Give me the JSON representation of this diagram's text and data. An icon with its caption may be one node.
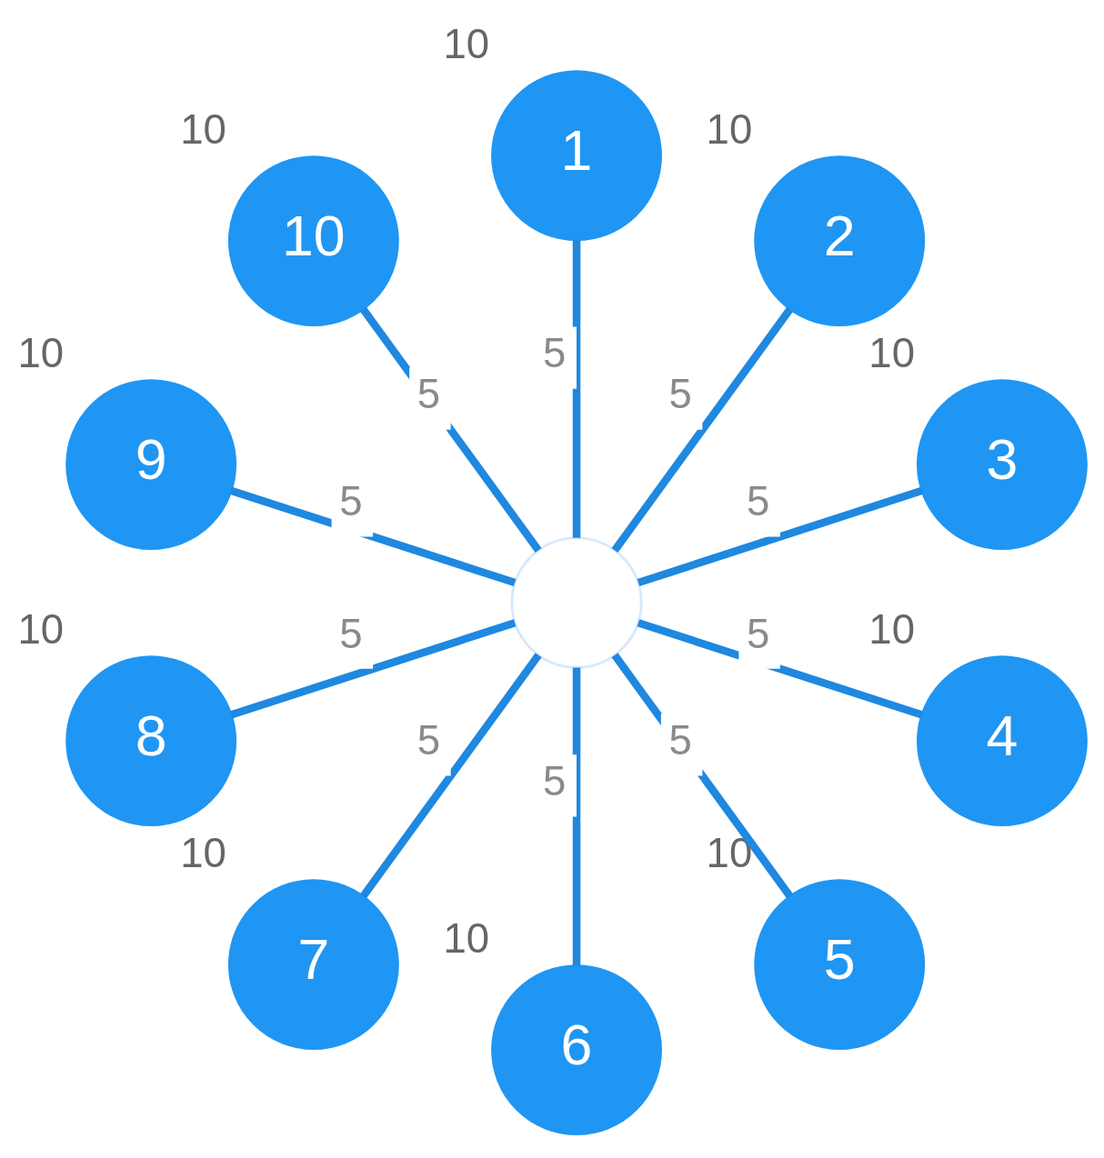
{
  "diagram": {
    "nodes": [
      {
        "text": [],
        "shape": "circle"
      },
      {
        "text": [
          "1"
        ],
        "beside": [
          "10"
        ]
      },
      {
        "text": [
          "2"
        ],
        "beside": [
          "10"
        ]
      },
      {
        "text": [
          "3"
        ],
        "beside": [
          "10"
        ]
      },
      {
        "text": [
          "4"
        ],
        "beside": [
          "10"
        ]
      },
      {
        "text": [
          "5"
        ],
        "beside": [
          "10"
        ]
      },
      {
        "text": [
          "6"
        ],
        "beside": [
          "10"
        ]
      },
      {
        "text": [
          "7"
        ],
        "beside": [
          "10"
        ]
      },
      {
        "text": [
          "8"
        ],
        "beside": [
          "10"
        ]
      },
      {
        "text": [
          "9"
        ],
        "beside": [
          "10"
        ]
      },
      {
        "text": [
          "10"
        ],
        "beside": [
          "10"
        ]
      }
    ],
    "edges": [
      {
        "from": 1,
        "to": 0,
        "arrow": "none",
        "label": "5"
      },
      {
        "from": 2,
        "to": 0,
        "arrow": "none",
        "label": "5"
      },
      {
        "from": 3,
        "to": 0,
        "arrow": "none",
        "label": "5"
      },
      {
        "from": 4,
        "to": 0,
        "arrow": "none",
        "label": "5"
      },
      {
        "from": 5,
        "to": 0,
        "arrow": "none",
        "label": "5"
      },
      {
        "from": 6,
        "to": 0,
        "arrow": "none",
        "label": "5"
      },
      {
        "from": 7,
        "to": 0,
        "arrow": "none",
        "label": "5"
      },
      {
        "from": 8,
        "to": 0,
        "arrow": "none",
        "label": "5"
      },
      {
        "from": 9,
        "to": 0,
        "arrow": "none",
        "label": "5"
      },
      {
        "from": 10,
        "to": 0,
        "arrow": "none",
        "label": "5"
      }
    ]
  }
}
